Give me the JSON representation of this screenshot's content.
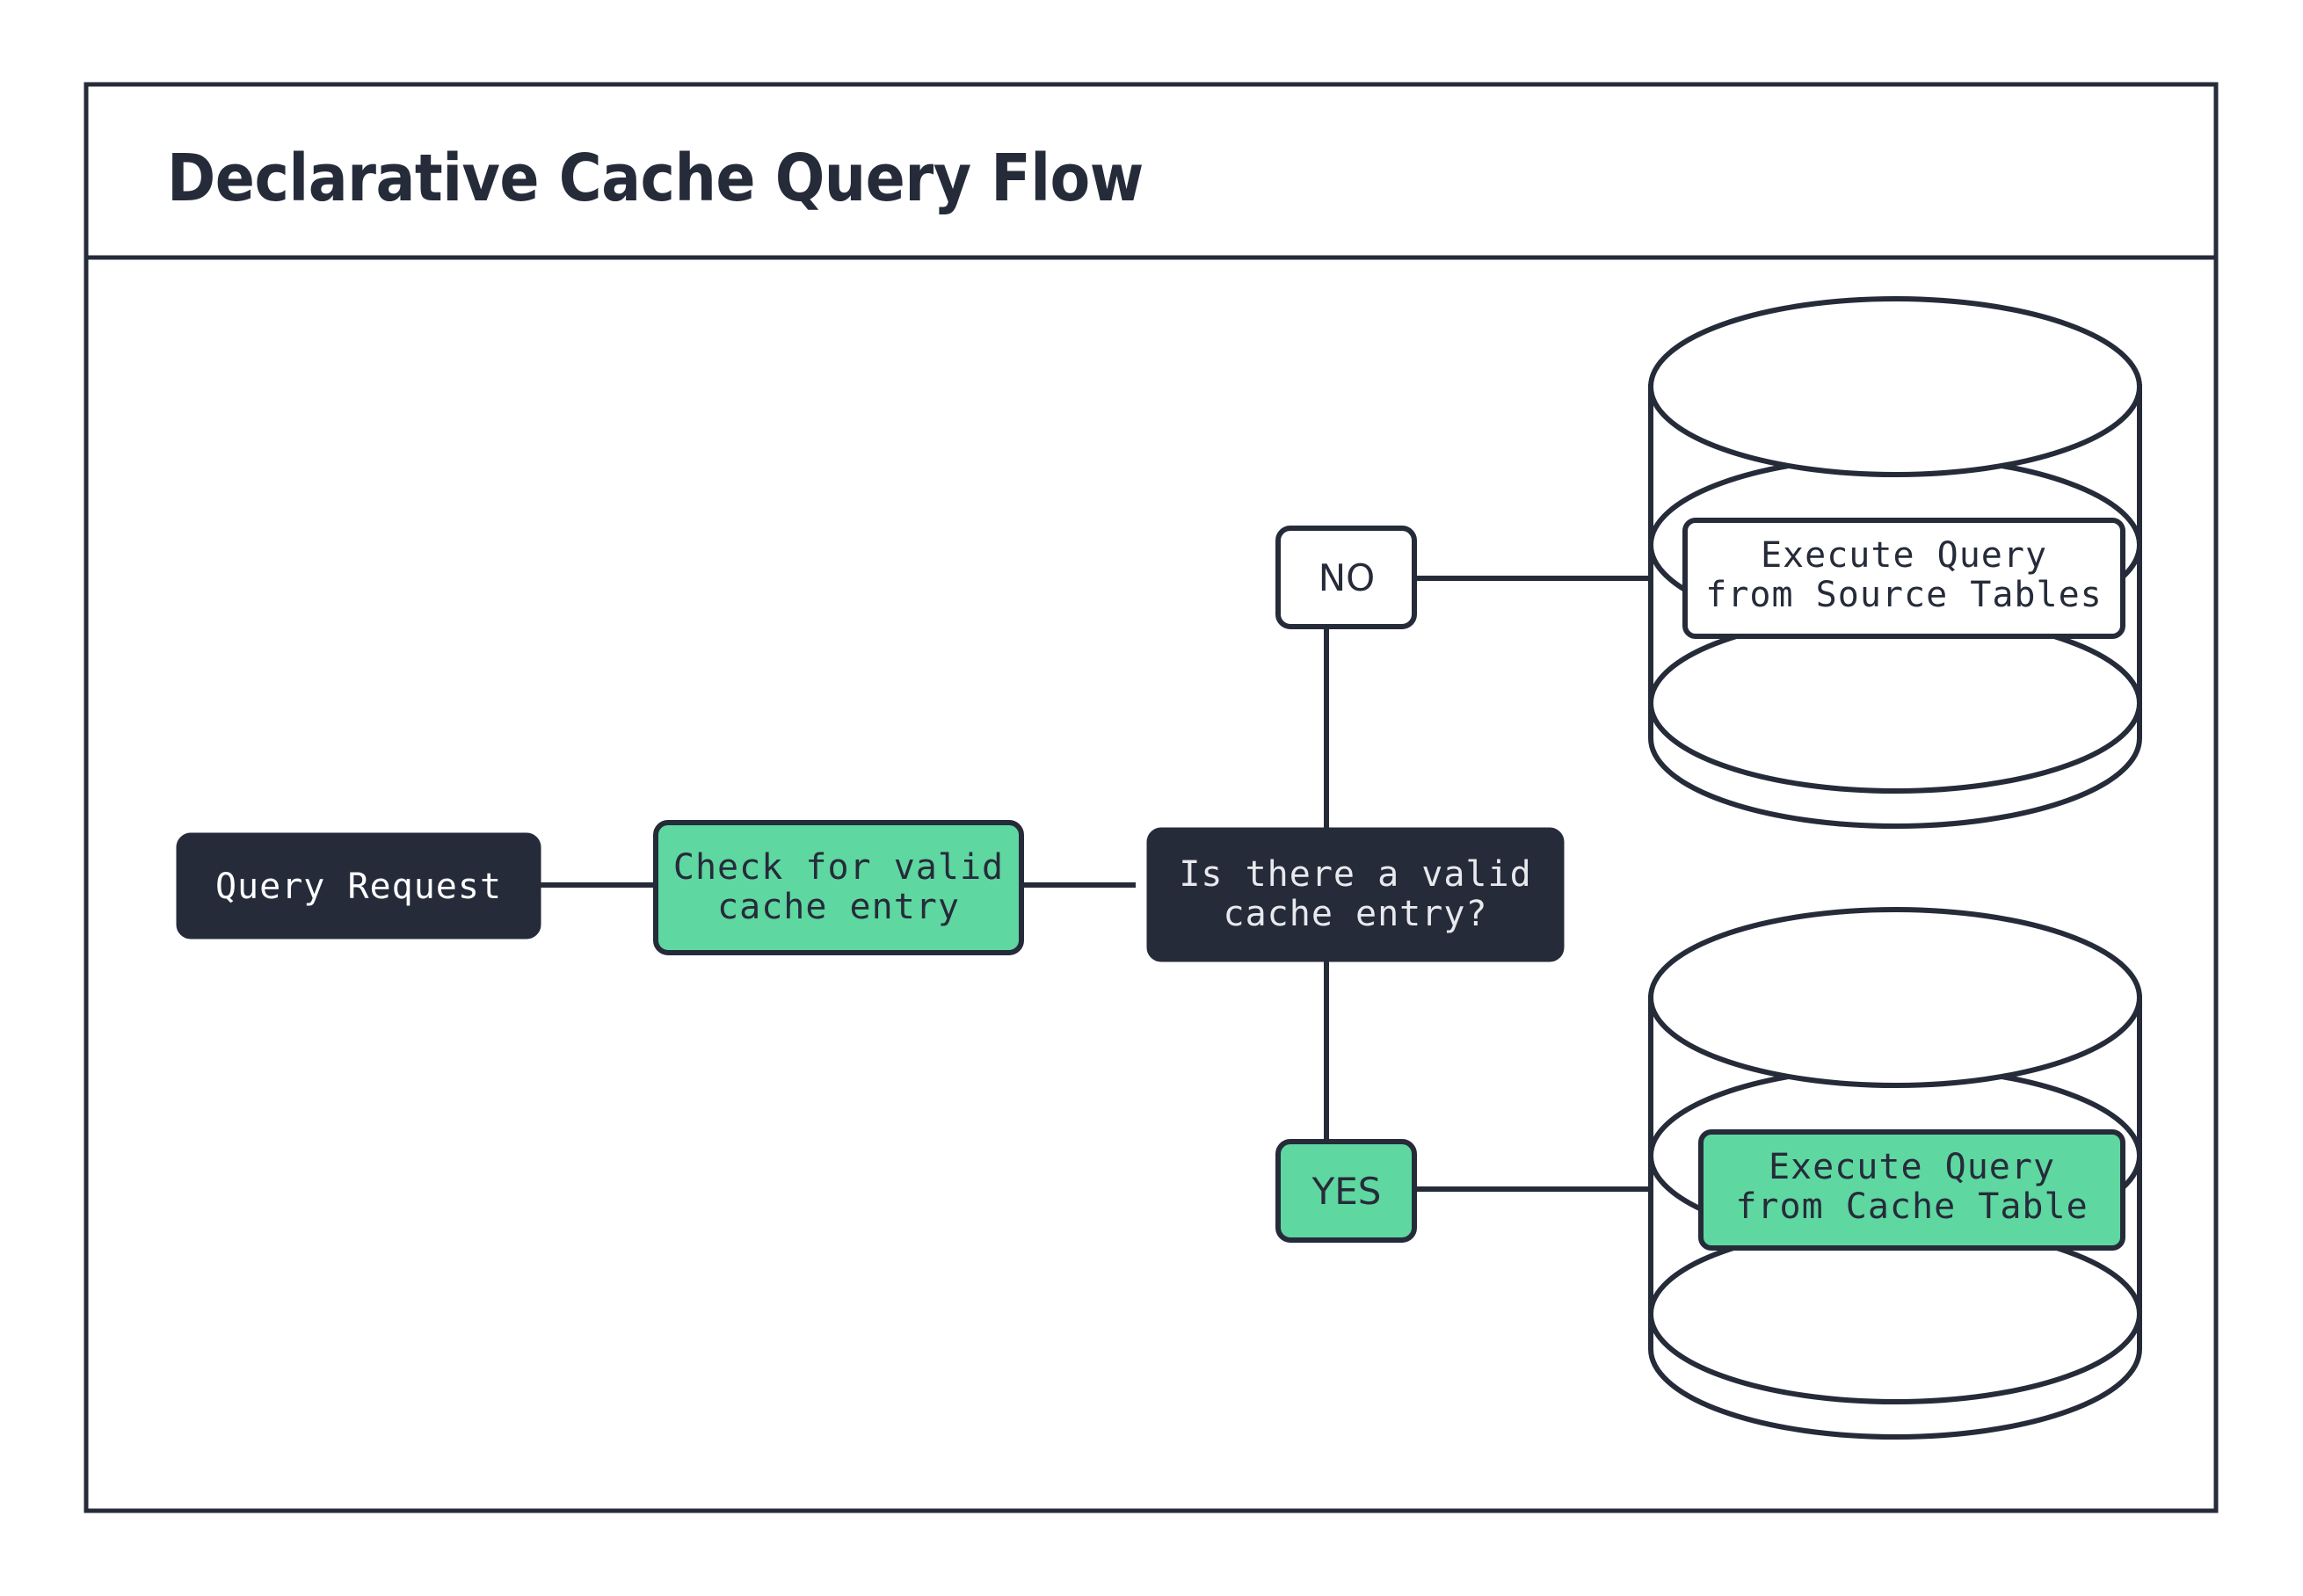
{
  "diagram": {
    "title": "Declarative Cache Query Flow",
    "background_color": "#ffffff",
    "frame_color": "#262b3a",
    "accent_green": "#5ed7a0",
    "dark_navy": "#262b3a",
    "light_text": "#e8e9ed"
  },
  "nodes": {
    "query_request": {
      "label": "Query Request",
      "shape": "rounded-rect",
      "fill": "#262b3a",
      "text_color": "#ffffff"
    },
    "check_cache": {
      "label_line1": "Check for valid",
      "label_line2": "cache entry",
      "shape": "rounded-rect",
      "fill": "#5ed7a0",
      "text_color": "#262b3a"
    },
    "decision": {
      "label_line1": "Is there a valid",
      "label_line2": "cache entry?",
      "shape": "rounded-rect",
      "fill": "#262b3a",
      "text_color": "#e8e9ed"
    },
    "branch_no": {
      "label": "NO",
      "shape": "rounded-rect",
      "fill": "#ffffff",
      "text_color": "#262b3a"
    },
    "branch_yes": {
      "label": "YES",
      "shape": "rounded-rect",
      "fill": "#5ed7a0",
      "text_color": "#262b3a"
    },
    "source_db": {
      "shape": "cylinder-stacked",
      "label_line1": "Execute Query",
      "label_line2": "from Source Tables",
      "label_fill": "#ffffff",
      "text_color": "#262b3a"
    },
    "cache_db": {
      "shape": "cylinder-stacked",
      "label_line1": "Execute Query",
      "label_line2": "from Cache Table",
      "label_fill": "#5ed7a0",
      "text_color": "#262b3a"
    }
  },
  "edges": [
    {
      "from": "query_request",
      "to": "check_cache",
      "style": "straight"
    },
    {
      "from": "check_cache",
      "to": "decision",
      "style": "straight"
    },
    {
      "from": "decision",
      "to": "branch_no",
      "style": "vertical-up"
    },
    {
      "from": "branch_no",
      "to": "source_db",
      "style": "horizontal"
    },
    {
      "from": "decision",
      "to": "branch_yes",
      "style": "vertical-down"
    },
    {
      "from": "branch_yes",
      "to": "cache_db",
      "style": "horizontal"
    }
  ]
}
